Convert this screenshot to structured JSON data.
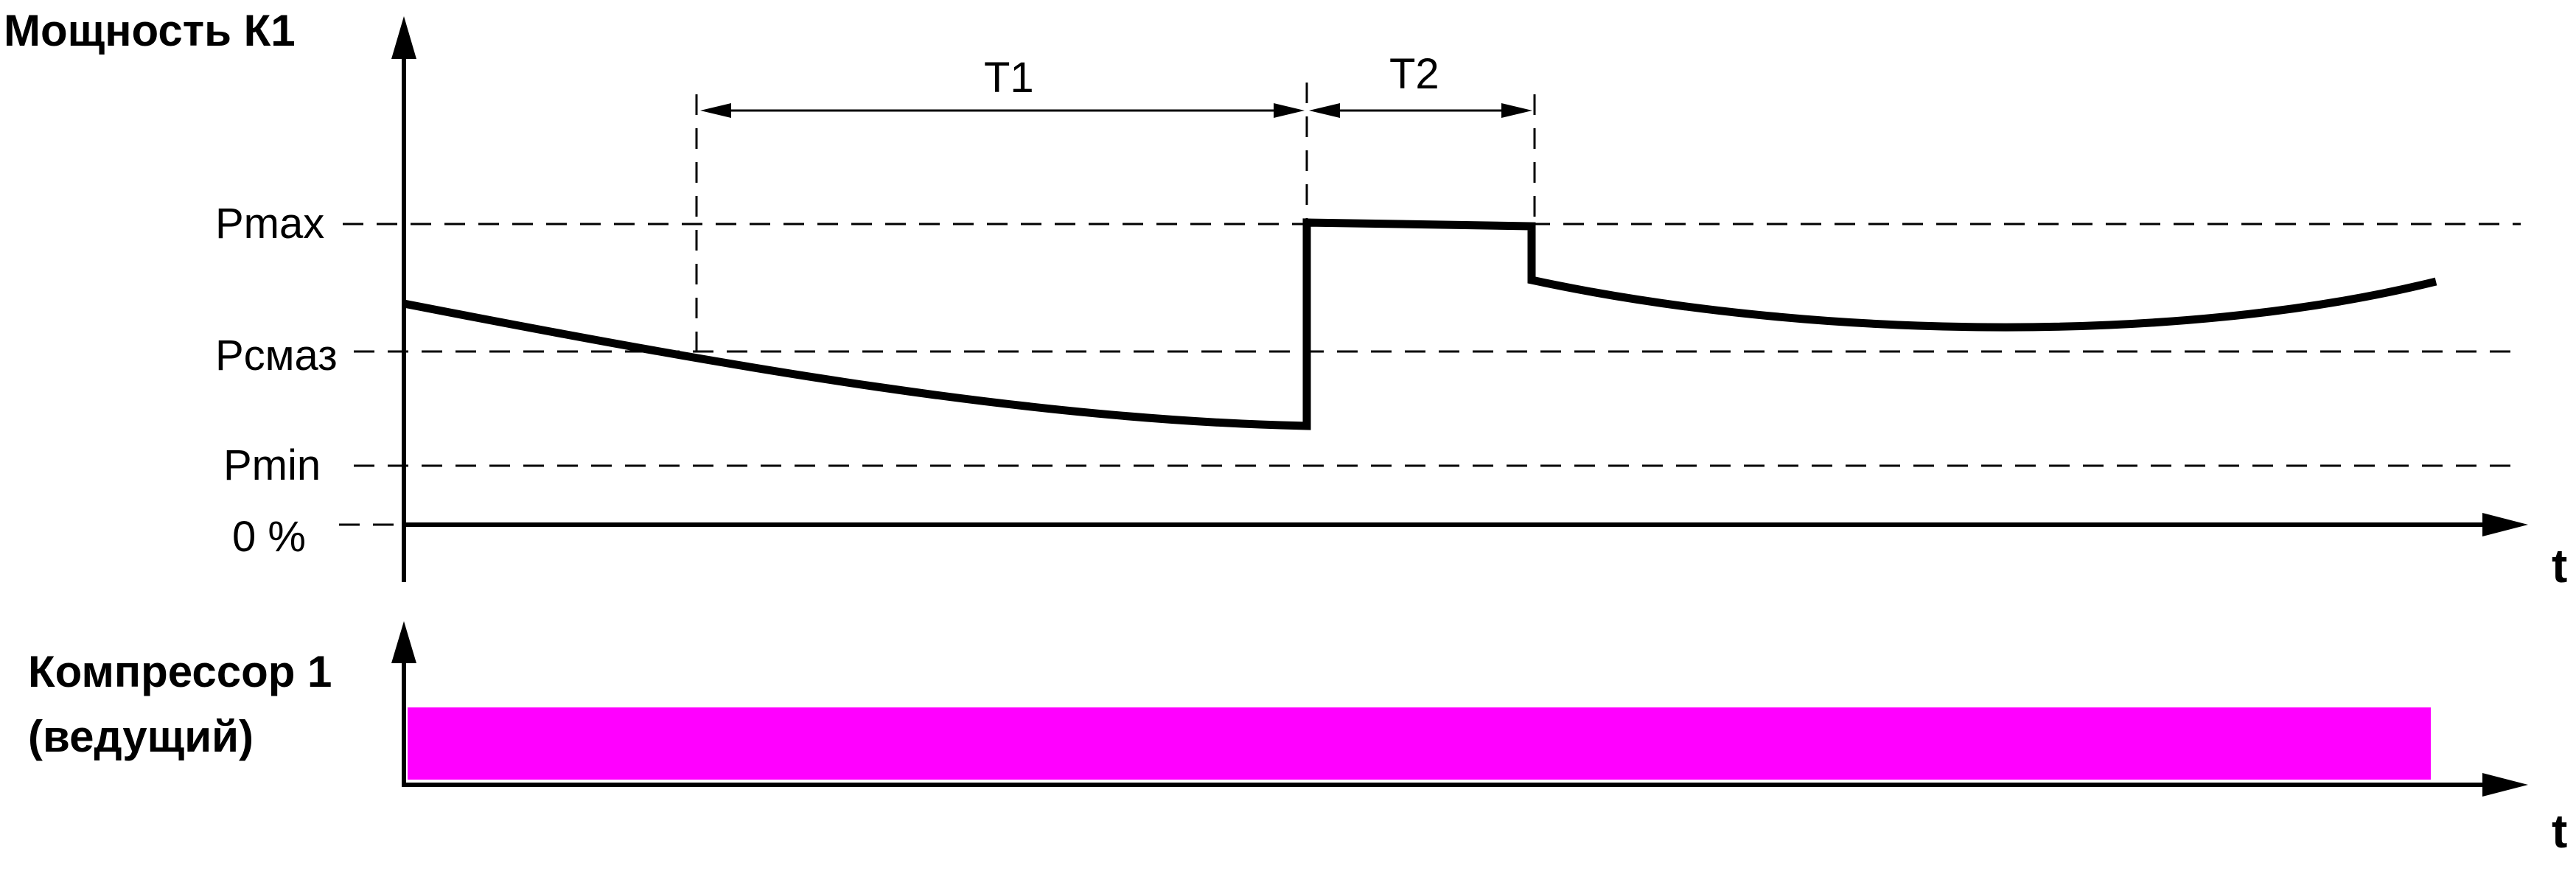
{
  "top_chart": {
    "ylabel": "Мощность К1",
    "xlabel": "t",
    "levels": {
      "pmax": "Pmax",
      "psmaz": "Pсмаз",
      "pmin": "Pmin",
      "zero": "0 %"
    },
    "intervals": {
      "t1": "T1",
      "t2": "T2"
    }
  },
  "bottom_chart": {
    "ylabel_line1": "Компрессор 1",
    "ylabel_line2": "(ведущий)",
    "xlabel": "t",
    "bar_color": "#ff00ff"
  }
}
